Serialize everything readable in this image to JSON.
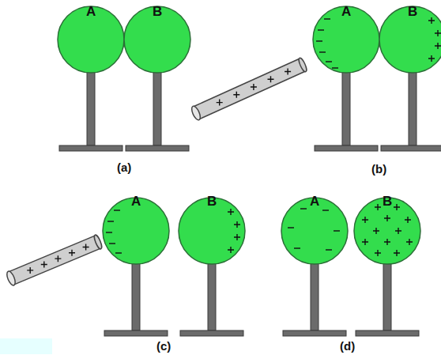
{
  "diagram": {
    "labels": [
      "A",
      "B",
      "(a)",
      "A",
      "B",
      "(b)",
      "A",
      "B",
      "(c)",
      "A",
      "B",
      "(d)"
    ]
  }
}
